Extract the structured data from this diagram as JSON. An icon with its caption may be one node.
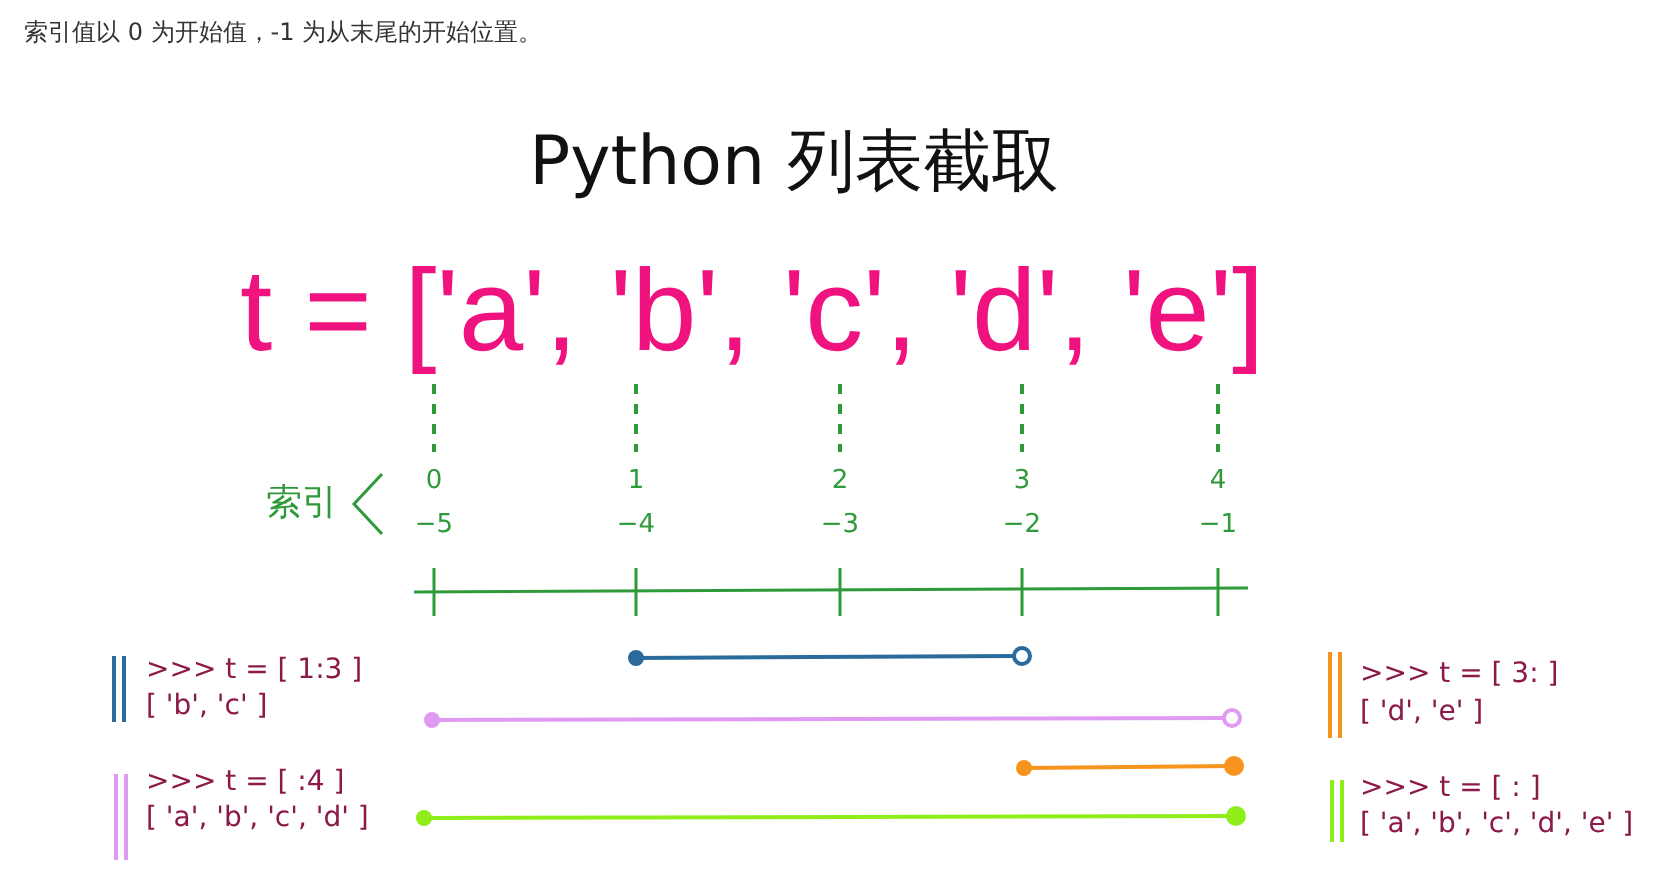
{
  "diagram": {
    "title": "Python 列表截取",
    "labels": [
      "索引值以 0 为开始值，-1 为从末尾的开始位置。",
      "t = ['a', 'b', 'c', 'd', 'e']",
      "索引",
      "0",
      "1",
      "2",
      "3",
      "4",
      "−5",
      "−4",
      "−3",
      "−2",
      "−1",
      ">>> t = [ 1:3 ]",
      "[ 'b', 'c' ]",
      ">>> t = [ 3: ]",
      "[ 'd', 'e' ]",
      ">>> t = [ :4 ]",
      "[ 'a', 'b', 'c', 'd' ]",
      ">>> t = [ : ]",
      "[ 'a', 'b', 'c', 'd', 'e' ]"
    ]
  }
}
